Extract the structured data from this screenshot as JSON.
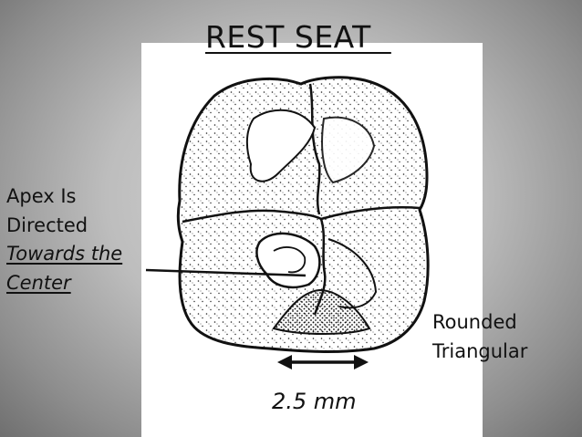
{
  "slide": {
    "title": "REST SEAT  ",
    "apex_label": {
      "line1": "Apex Is",
      "line2": "Directed",
      "line3": "Towards the",
      "line4": "Center"
    },
    "shape_label": {
      "line1": "Rounded",
      "line2": "Triangular"
    },
    "measurement": "2.5 mm"
  },
  "colors": {
    "panel": "#ffffff",
    "ink": "#111111"
  }
}
